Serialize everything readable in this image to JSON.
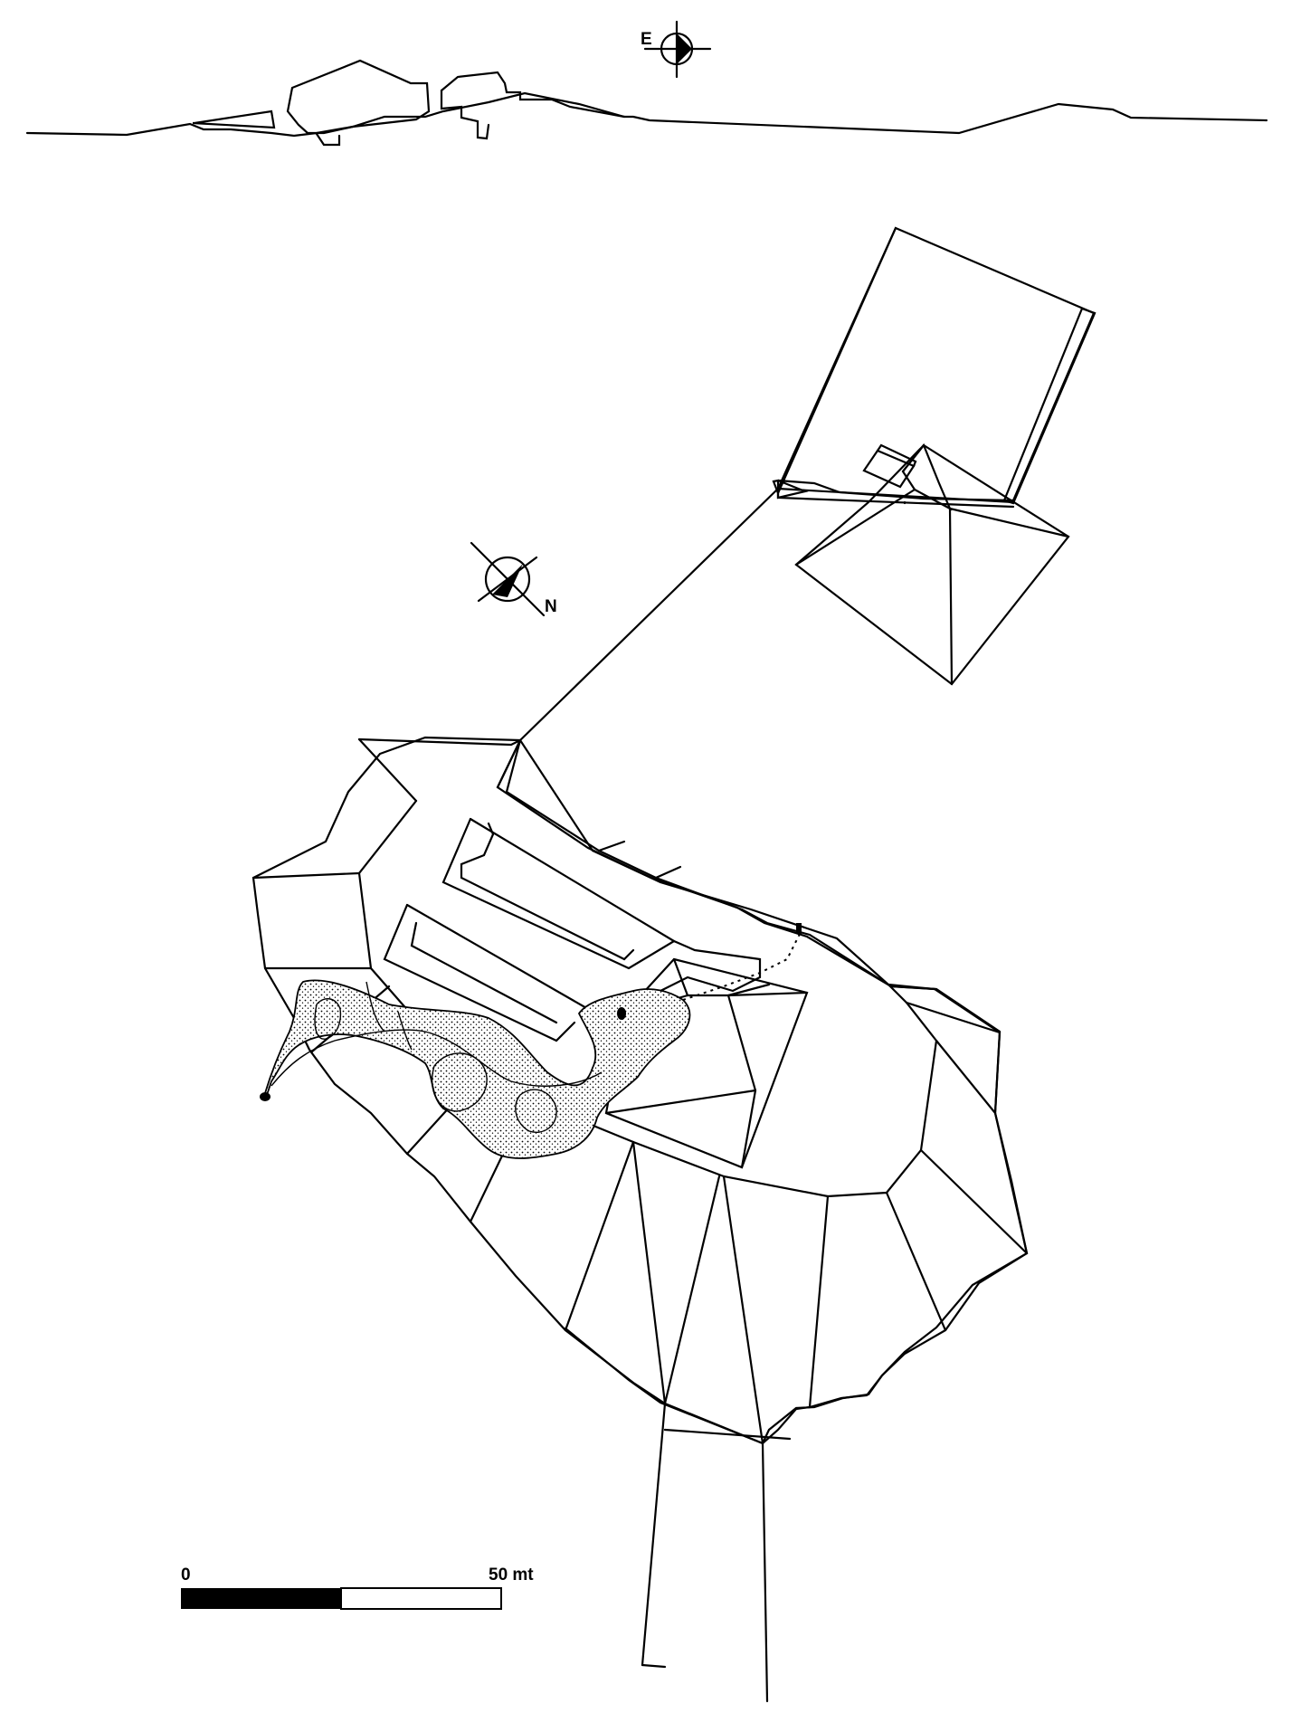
{
  "compass_section": {
    "direction_label": "E"
  },
  "compass_plan": {
    "direction_label": "N"
  },
  "scale_bar": {
    "start_label": "0",
    "end_label": "50 mt",
    "fill_color": "#000000"
  },
  "colors": {
    "line": "#000000",
    "background": "#ffffff"
  }
}
